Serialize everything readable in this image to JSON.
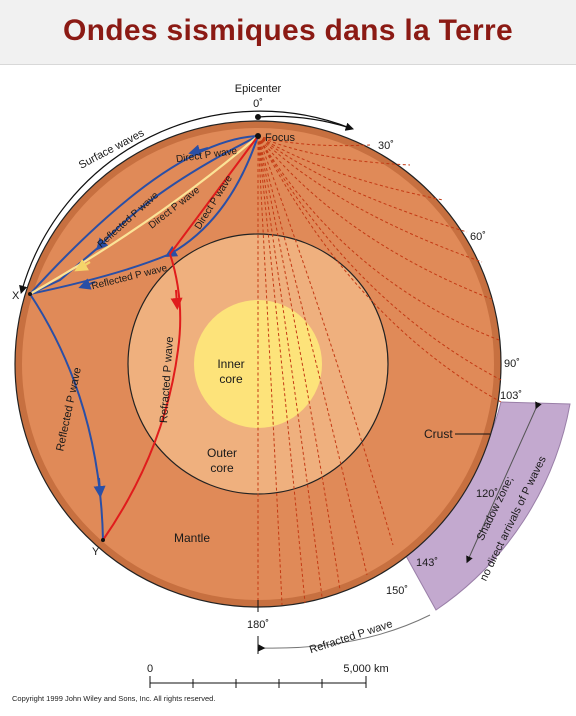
{
  "page": {
    "title": "Ondes sismiques dans la Terre"
  },
  "diagram": {
    "epicenter": "Epicenter",
    "focus": "Focus",
    "surface_waves": "Surface waves",
    "direct_p_1": "Direct P wave",
    "direct_p_2": "Direct P wave",
    "direct_p_3": "Direct P wave",
    "reflected_p_1": "Reflected P wave",
    "reflected_p_2": "Reflected P wave",
    "reflected_p_3": "Reflected P wave",
    "refracted_p_inner": "Refracted P wave",
    "refracted_p_bottom": "Refracted P wave",
    "inner_core": [
      "Inner",
      "core"
    ],
    "outer_core": [
      "Outer",
      "core"
    ],
    "mantle": "Mantle",
    "crust": "Crust",
    "point_x": "X",
    "point_y": "Y",
    "shadow_zone": [
      "Shadow zone;",
      "no direct arrivals of P waves"
    ],
    "degrees": {
      "d0": "0˚",
      "d30": "30˚",
      "d60": "60˚",
      "d90": "90˚",
      "d103": "103˚",
      "d120": "120˚",
      "d143": "143˚",
      "d150": "150˚",
      "d180": "180˚"
    },
    "scale": {
      "min": "0",
      "max": "5,000 km"
    },
    "colors": {
      "mantle": "#e08a58",
      "crust": "#c77040",
      "outer_core": "#efb07e",
      "inner_core": "#fde37a",
      "shadow_zone": "#c3a9cf",
      "blue_wave": "#2a4fa6",
      "yellow_wave": "#fbe397",
      "red_wave": "#e01c1c"
    }
  },
  "copyright": "Copyright 1999 John Wiley and Sons, Inc. All rights reserved."
}
